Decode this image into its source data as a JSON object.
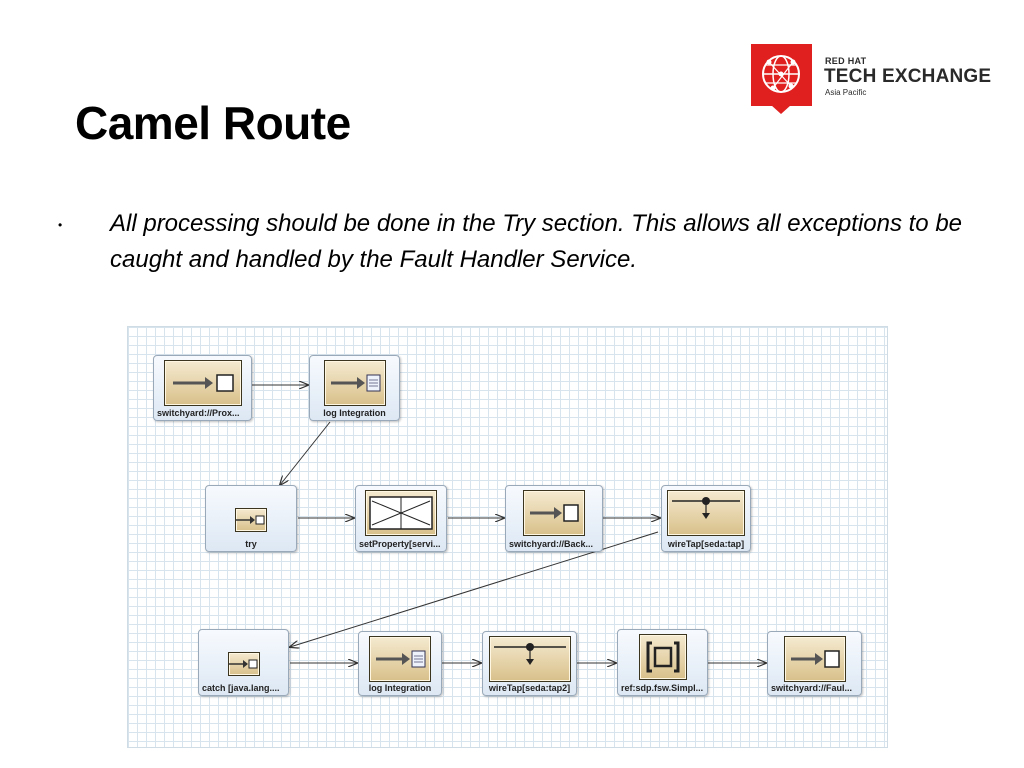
{
  "slide": {
    "title": "Camel Route",
    "bullet_symbol": "•",
    "bullet_text": "All processing should be done in the Try section. This allows all exceptions to be caught and handled by the Fault Handler Service."
  },
  "logo": {
    "line1": "RED HAT",
    "line2": "TECH EXCHANGE",
    "line3": "Asia Pacific",
    "color": "#e0201f"
  },
  "diagram": {
    "nodes": [
      {
        "id": "n1",
        "label": "switchyard://Prox...",
        "icon": "endpoint-icon"
      },
      {
        "id": "n2",
        "label": "log Integration",
        "icon": "log-icon"
      },
      {
        "id": "n3",
        "label": "try",
        "icon": "try-icon"
      },
      {
        "id": "n4",
        "label": "setProperty[servi...",
        "icon": "set-property-icon"
      },
      {
        "id": "n5",
        "label": "switchyard://Back...",
        "icon": "endpoint-icon"
      },
      {
        "id": "n6",
        "label": "wireTap[seda:tap]",
        "icon": "wiretap-icon"
      },
      {
        "id": "n7",
        "label": "catch [java.lang....",
        "icon": "catch-icon"
      },
      {
        "id": "n8",
        "label": "log Integration",
        "icon": "log-icon"
      },
      {
        "id": "n9",
        "label": "wireTap[seda:tap2]",
        "icon": "wiretap-icon"
      },
      {
        "id": "n10",
        "label": "ref:sdp.fsw.Simpl...",
        "icon": "bean-ref-icon"
      },
      {
        "id": "n11",
        "label": "switchyard://Faul...",
        "icon": "endpoint-icon"
      }
    ]
  }
}
